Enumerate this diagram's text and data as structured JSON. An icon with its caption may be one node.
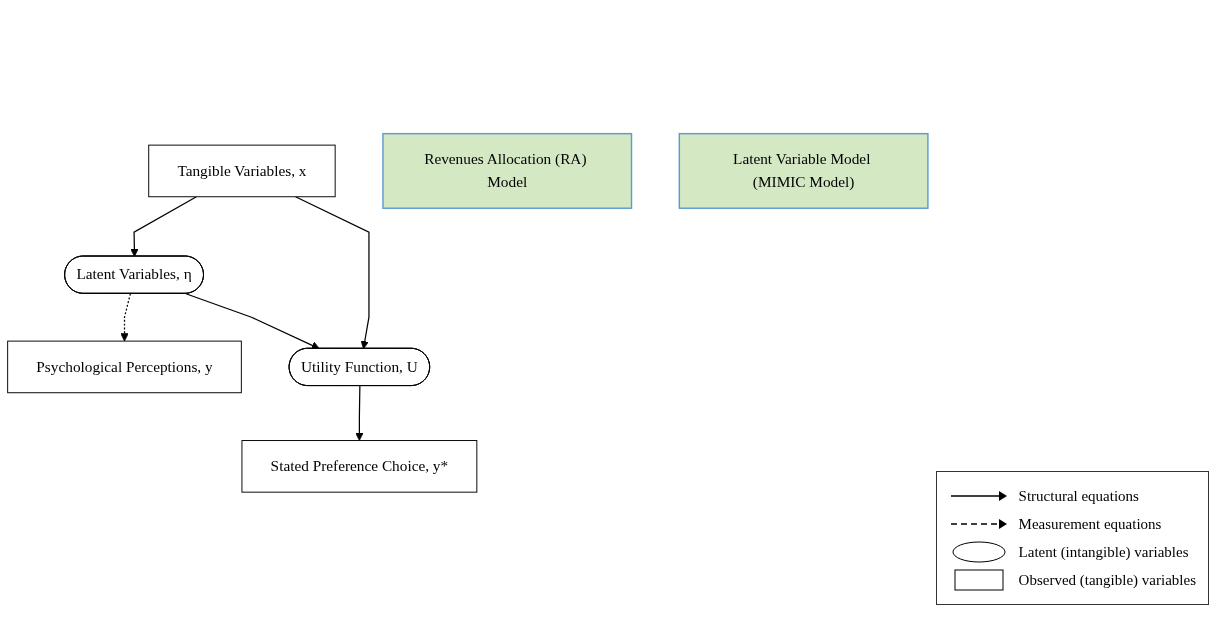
{
  "diagram": {
    "nodes": [
      {
        "text": [
          "Psychological Perceptions, y"
        ]
      },
      {
        "text": [
          "Tangible Variables, x"
        ]
      },
      {
        "text": [
          "Latent Variables, η"
        ]
      },
      {
        "text": [
          "Utility Function, U"
        ]
      },
      {
        "text": [
          "Stated Preference Choice, y*"
        ]
      },
      {
        "text": [
          "Revenues Allocation (RA) Model"
        ]
      },
      {
        "text": [
          "Latent Variable Model (MIMIC Model)"
        ]
      }
    ],
    "edges": [
      {
        "from": 2,
        "to": 0,
        "arrow": "to",
        "style": "dashed"
      },
      {
        "from": 1,
        "to": 2,
        "arrow": "to"
      },
      {
        "from": 1,
        "to": 3,
        "arrow": "to"
      },
      {
        "from": 2,
        "to": 3,
        "arrow": "to"
      },
      {
        "from": 3,
        "to": 4,
        "arrow": "to"
      }
    ],
    "legend": [
      {
        "text": "Structural equations"
      },
      {
        "text": "Measurement equations"
      },
      {
        "text": "Latent (intangible) variables"
      },
      {
        "text": "Observed (tangible) variables"
      }
    ]
  }
}
